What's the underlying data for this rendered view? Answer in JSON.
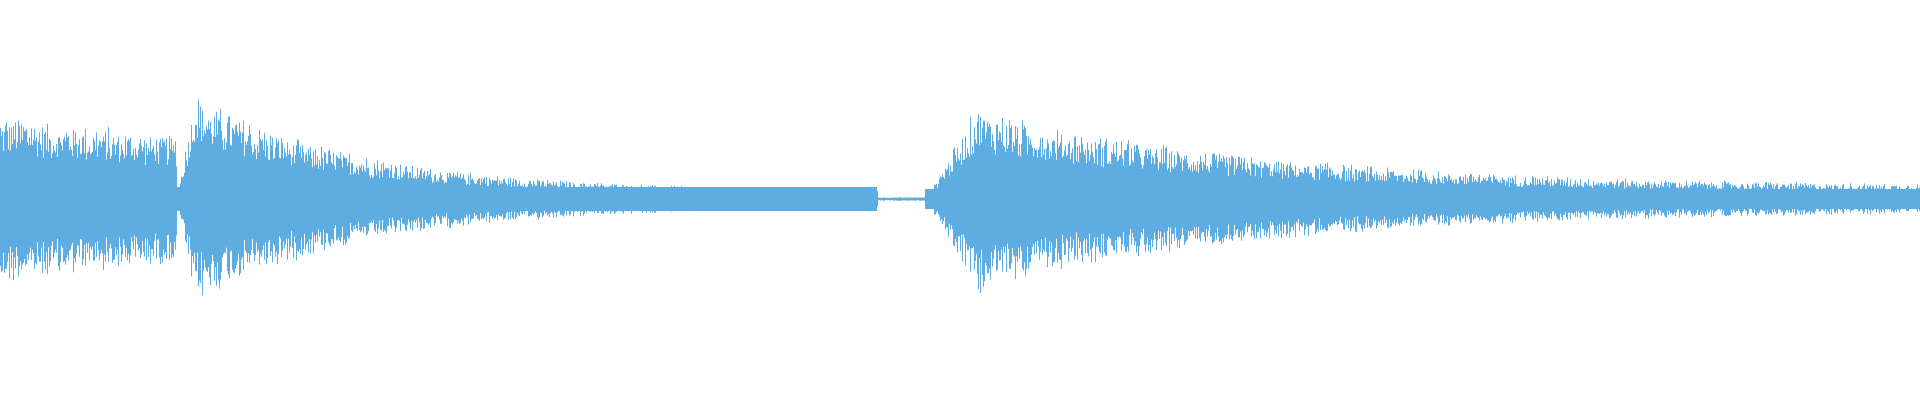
{
  "waveform": {
    "color": "#5dade2",
    "background": "#ffffff",
    "segments": [
      {
        "start": 0.0,
        "end": 0.092,
        "peak": 0.43,
        "decay": 0.55,
        "floor": 0.18,
        "attack": 0.0
      },
      {
        "start": 0.092,
        "end": 0.457,
        "peak": 0.58,
        "decay": 4.2,
        "floor": 0.04,
        "attack": 0.01
      },
      {
        "start": 0.457,
        "end": 0.482,
        "peak": 0.01,
        "decay": 0.0,
        "floor": 0.005,
        "attack": 0.0
      },
      {
        "start": 0.482,
        "end": 1.0,
        "peak": 0.53,
        "decay": 3.4,
        "floor": 0.06,
        "attack": 0.03
      }
    ]
  }
}
